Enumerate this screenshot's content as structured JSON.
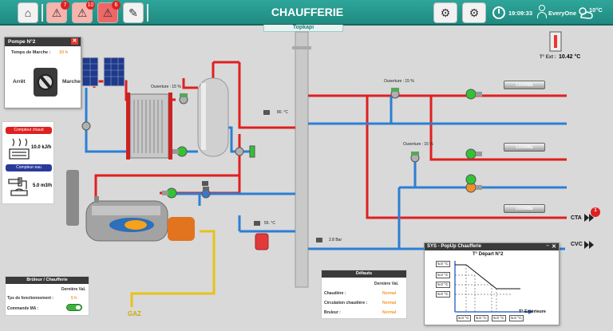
{
  "header": {
    "title": "CHAUFFERIE",
    "subtab": "Topkapi",
    "alarm_counts": [
      "7",
      "10",
      "6"
    ],
    "time": "19:09:33",
    "user": "EveryOne",
    "weather_temp": "10°C"
  },
  "exterior": {
    "label": "T° Ext :",
    "value": "10.42 °C"
  },
  "pump_popup": {
    "title": "Pompe N°2",
    "run_time_label": "Temps de Marche :",
    "run_time_value": "10 h",
    "stop_label": "Arrêt",
    "start_label": "Marche"
  },
  "meters": {
    "heat_label": "Compteur chaud",
    "heat_value": "10.0 kJ/h",
    "water_label": "Compteur eau",
    "water_value": "5.0 m3/h"
  },
  "readings": {
    "opening_1": "Ouverture : 15 %",
    "opening_2": "Ouverture : 15 %",
    "opening_3": "Ouverture : 15 %",
    "temp_1": "80. °C",
    "temp_2": "55. °C",
    "pressure": "2.8 Bar"
  },
  "courbe_buttons": [
    "COURBE",
    "COURBE",
    "COURBE"
  ],
  "outputs": {
    "cta": "CTA",
    "cvc": "CVC",
    "cta_badge": "1"
  },
  "gaz_label": "GAZ",
  "burner_panel": {
    "title": "Brûleur / Chaufferie",
    "col_header": "Dernière Val.",
    "rows": [
      {
        "label": "Tps de fonctionnement :",
        "value": "5 h"
      },
      {
        "label": "Commande MA :",
        "value": ""
      }
    ]
  },
  "defects_panel": {
    "title": "Défauts",
    "col_header": "Dernière Val.",
    "rows": [
      {
        "label": "Chaudière :",
        "value": "Normal"
      },
      {
        "label": "Circulation chaudière :",
        "value": "Normal"
      },
      {
        "label": "Bruleur :",
        "value": "Normal"
      }
    ]
  },
  "popup_chart": {
    "window_title": "SYS - PopUp Chaufferie",
    "title": "T° Départ N°2",
    "y_values": [
      "5.0 °C",
      "5.0 °C",
      "5.0 °C",
      "5.0 °C"
    ],
    "x_values": [
      "5.0 °C",
      "5.0 °C",
      "5.0 °C",
      "5.0 °C"
    ],
    "x_axis_label": "T° Extérieure"
  },
  "colors": {
    "hot_pipe": "#e02020",
    "cold_pipe": "#2c7fd4",
    "gas_pipe": "#e6c21a",
    "header": "#1f8a80"
  }
}
